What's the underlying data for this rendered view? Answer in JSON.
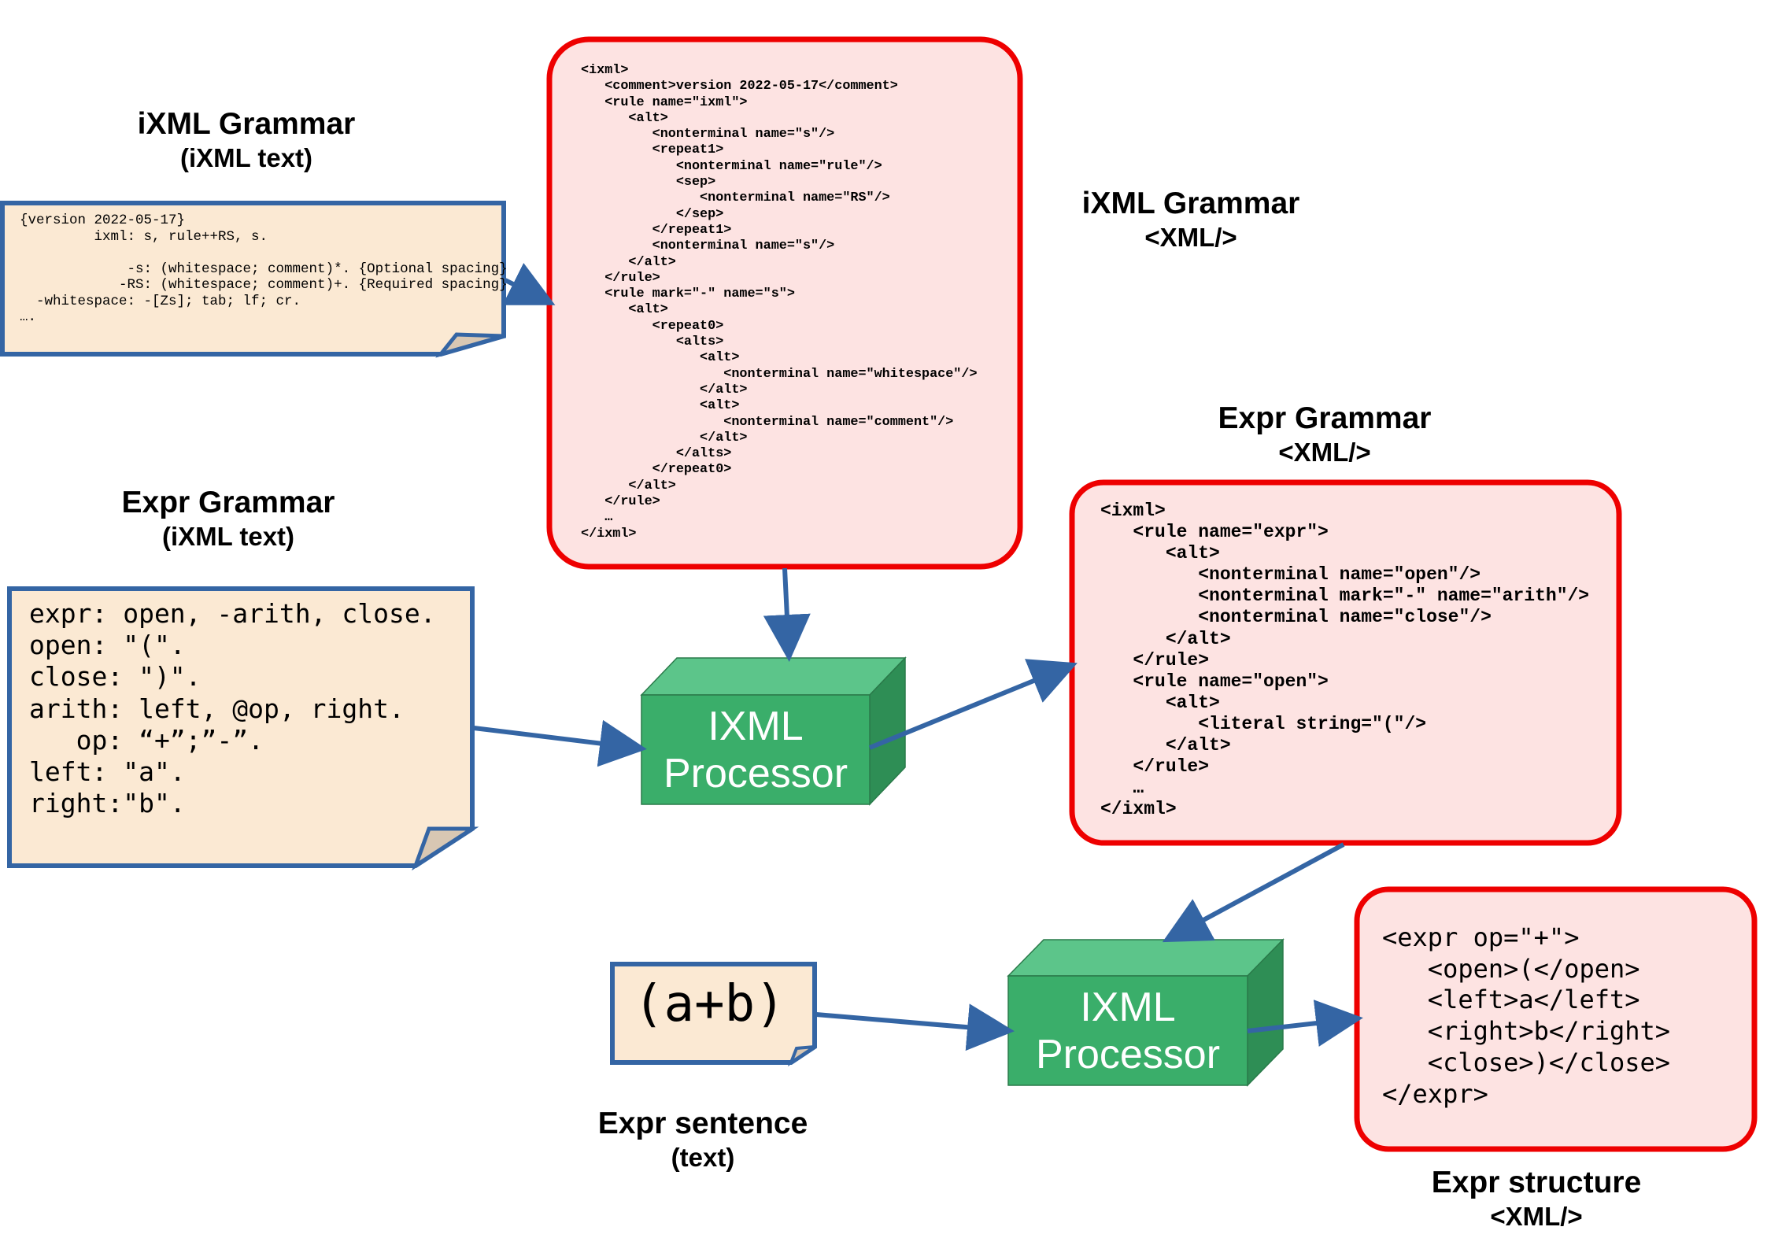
{
  "colors": {
    "note_fill": "#fbe9d3",
    "note_stroke": "#3465a4",
    "xml_fill": "#fde3e2",
    "xml_stroke": "#ee0000",
    "box_front": "#3aae6a",
    "box_top": "#5cc58a",
    "box_side": "#2e8e55",
    "arrow": "#3465a4"
  },
  "labels": {
    "ixml_text": {
      "title": "iXML Grammar",
      "subtitle": "(iXML text)"
    },
    "ixml_xml": {
      "title": "iXML Grammar",
      "subtitle": "<XML/>"
    },
    "expr_text": {
      "title": "Expr Grammar",
      "subtitle": "(iXML text)"
    },
    "expr_xml": {
      "title": "Expr Grammar",
      "subtitle": "<XML/>"
    },
    "sentence": {
      "title": "Expr sentence",
      "subtitle": "(text)"
    },
    "structure": {
      "title": "Expr structure",
      "subtitle": "<XML/>"
    }
  },
  "ixml_text_code": "{version 2022-05-17}\n         ixml: s, rule++RS, s.\n\n             -s: (whitespace; comment)*. {Optional spacing}\n            -RS: (whitespace; comment)+. {Required spacing}\n  -whitespace: -[Zs]; tab; lf; cr.\n….",
  "ixml_xml_code": "<ixml>\n   <comment>version 2022-05-17</comment>\n   <rule name=\"ixml\">\n      <alt>\n         <nonterminal name=\"s\"/>\n         <repeat1>\n            <nonterminal name=\"rule\"/>\n            <sep>\n               <nonterminal name=\"RS\"/>\n            </sep>\n         </repeat1>\n         <nonterminal name=\"s\"/>\n      </alt>\n   </rule>\n   <rule mark=\"-\" name=\"s\">\n      <alt>\n         <repeat0>\n            <alts>\n               <alt>\n                  <nonterminal name=\"whitespace\"/>\n               </alt>\n               <alt>\n                  <nonterminal name=\"comment\"/>\n               </alt>\n            </alts>\n         </repeat0>\n      </alt>\n   </rule>\n   …\n</ixml>",
  "expr_text_code": "expr: open, -arith, close.\nopen: \"(\".\nclose: \")\".\narith: left, @op, right.\n   op: “+”;”-”.\nleft: \"a\".\nright:\"b\".",
  "expr_xml_code": "<ixml>\n   <rule name=\"expr\">\n      <alt>\n         <nonterminal name=\"open\"/>\n         <nonterminal mark=\"-\" name=\"arith\"/>\n         <nonterminal name=\"close\"/>\n      </alt>\n   </rule>\n   <rule name=\"open\">\n      <alt>\n         <literal string=\"(\"/>\n      </alt>\n   </rule>\n   …\n</ixml>",
  "sentence_text": "(a+b)",
  "structure_code": "<expr op=\"+\">\n   <open>(</open>\n   <left>a</left>\n   <right>b</right>\n   <close>)</close>\n</expr>",
  "processor1": {
    "line1": "IXML",
    "line2": "Processor"
  },
  "processor2": {
    "line1": "IXML",
    "line2": "Processor"
  }
}
